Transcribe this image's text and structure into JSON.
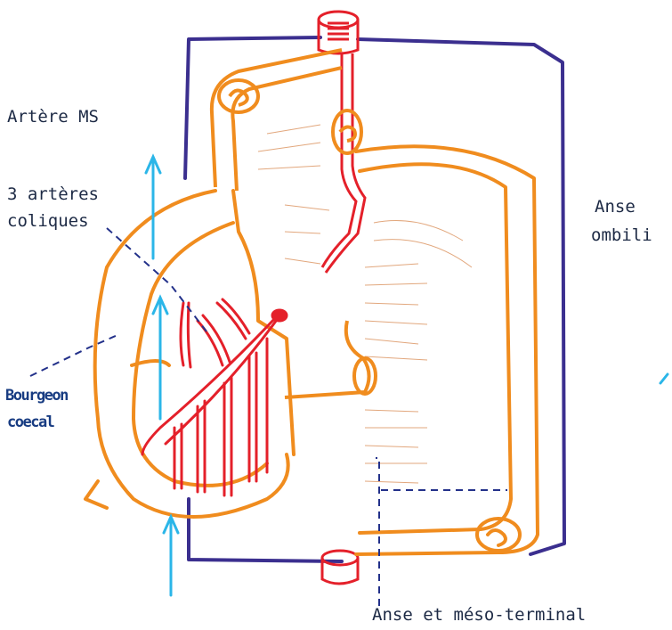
{
  "labels": {
    "artere_ms": "Artère MS",
    "arteres_coliques_1": "3 artères",
    "arteres_coliques_2": "coliques",
    "bourgeon_1": "Bourgeon",
    "bourgeon_2": "coecal",
    "anse_ombilicale_1": "Anse",
    "anse_ombilicale_2": "ombili",
    "anse_meso_terminal": "Anse et  méso-terminal"
  },
  "colors": {
    "intestine": "#f08c1e",
    "artery": "#e4202a",
    "mesentery_frame": "#3b2f8f",
    "arrow": "#2bb6e8",
    "leader_line": "#23318a"
  }
}
